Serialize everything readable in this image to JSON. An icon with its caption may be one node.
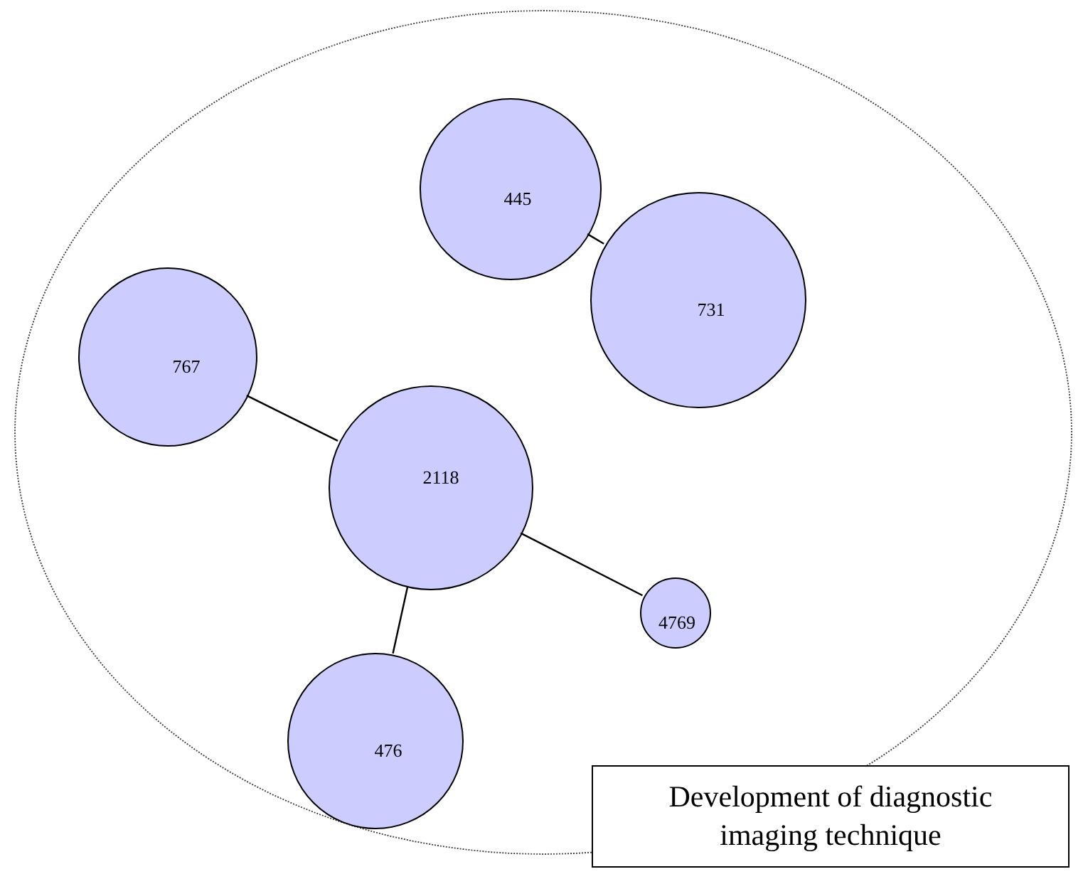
{
  "diagram": {
    "nodes": [
      {
        "text": [],
        "shape": "circle"
      },
      {
        "text": [
          "445"
        ],
        "in": 0
      },
      {
        "text": [
          "731"
        ],
        "in": 0
      },
      {
        "text": [
          "767"
        ],
        "in": 0
      },
      {
        "text": [
          "2118"
        ],
        "in": 0
      },
      {
        "text": [
          "4769"
        ],
        "in": 0
      },
      {
        "text": [
          "476"
        ],
        "in": 0
      },
      {
        "text": [
          "Development of diagnostic imaging technique"
        ]
      }
    ],
    "edges": [
      {
        "from": 1,
        "to": 2,
        "arrow": "none"
      },
      {
        "from": 3,
        "to": 4,
        "arrow": "none"
      },
      {
        "from": 4,
        "to": 5,
        "arrow": "none"
      },
      {
        "from": 4,
        "to": 6,
        "arrow": "none"
      }
    ]
  }
}
